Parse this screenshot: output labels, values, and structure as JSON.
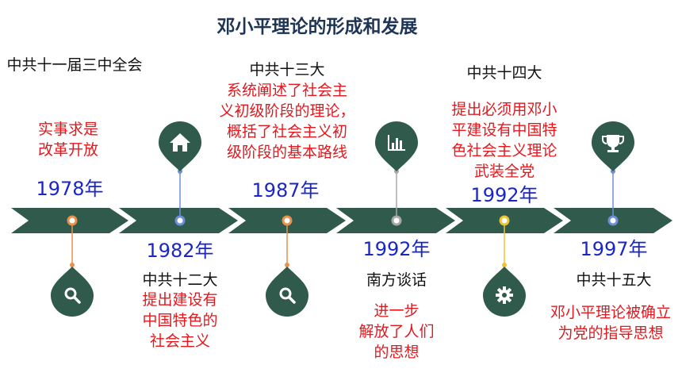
{
  "title": "邓小平理论的形成和发展",
  "colors": {
    "arrow": "#2f5a4c",
    "pin": "#2f5a4c",
    "year": "#1a26c8",
    "desc": "#e1191e",
    "text": "#111111",
    "connector_orange": "#e8914a",
    "connector_blue": "#6d8fd8",
    "connector_grey": "#a9a9a9",
    "connector_yellow": "#f1c232"
  },
  "milestones": [
    {
      "year": "1978年",
      "event": "中共十一届三中全会",
      "desc": "实事求是\n改革开放",
      "icon": "search-icon"
    },
    {
      "year": "1982年",
      "event": "中共十二大",
      "desc": "提出建设有\n中国特色的\n社会主义",
      "icon": "home-icon"
    },
    {
      "year": "1987年",
      "event": "中共十三大",
      "desc": "系统阐述了社会主\n义初级阶段的理论，\n概括了社会主义初\n级阶段的基本路线",
      "icon": "search-icon"
    },
    {
      "year": "1992年",
      "event": "南方谈话",
      "desc": "进一步\n解放了人们\n的思想",
      "icon": "bar-chart-icon"
    },
    {
      "year": "1992年",
      "event": "中共十四大",
      "desc": "提出必须用邓小\n平建设有中国特\n色社会主义理论\n武装全党",
      "icon": "gear-icon"
    },
    {
      "year": "1997年",
      "event": "中共十五大",
      "desc": "邓小平理论被确立\n为党的指导思想",
      "icon": "trophy-icon"
    }
  ]
}
